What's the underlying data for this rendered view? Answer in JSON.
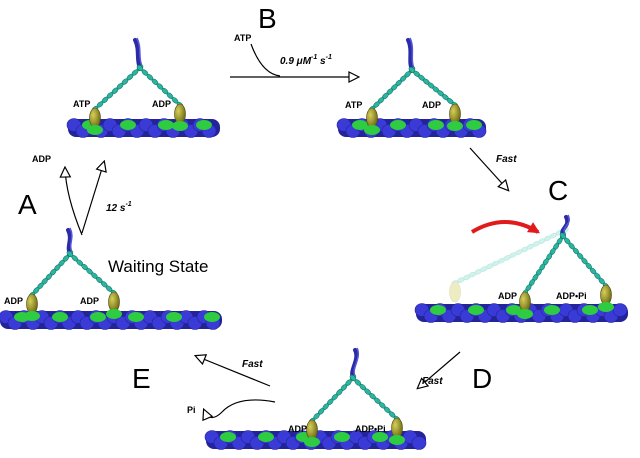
{
  "stages": {
    "A": {
      "letter": "A",
      "caption": "Waiting State",
      "left_head": "ADP",
      "right_head": "ADP"
    },
    "B": {
      "letter": "B",
      "left_head": "ATP",
      "right_head": "ADP"
    },
    "C": {
      "letter": "C",
      "left_head": "ADP",
      "right_head": "ADP•Pi"
    },
    "D": {
      "letter": "D",
      "left_head": "ADP",
      "right_head": "ADP•Pi"
    },
    "E": {
      "letter": "E"
    }
  },
  "transitions": {
    "a_to_b": {
      "released": "ADP",
      "rate": "12 s",
      "rate_exp": "-1"
    },
    "b_to_c": {
      "bound": "ATP",
      "rate_prefix": "0.9 μM",
      "rate_exp1": "-1",
      "rate_mid": " s",
      "rate_exp2": "-1"
    },
    "c_to_d": {
      "rate": "Fast"
    },
    "d_to_e": {
      "rate": "Fast"
    },
    "e_to_a": {
      "rate": "Fast",
      "released": "Pi"
    }
  },
  "colors": {
    "actin": "#3a3ad6",
    "actin_dark": "#23239a",
    "binding_site": "#2ecc40",
    "lever_arm": "#2ab5a0",
    "lever_dark": "#0f6b5c",
    "motor_head": "#8d8a1e",
    "motor_head_light": "#c9c24a",
    "coiled_coil": "#2b2ba8",
    "power_stroke_arrow": "#e11b1b",
    "ghost_head": "#e8e6b0",
    "ghost_lever": "#bfeee6"
  }
}
